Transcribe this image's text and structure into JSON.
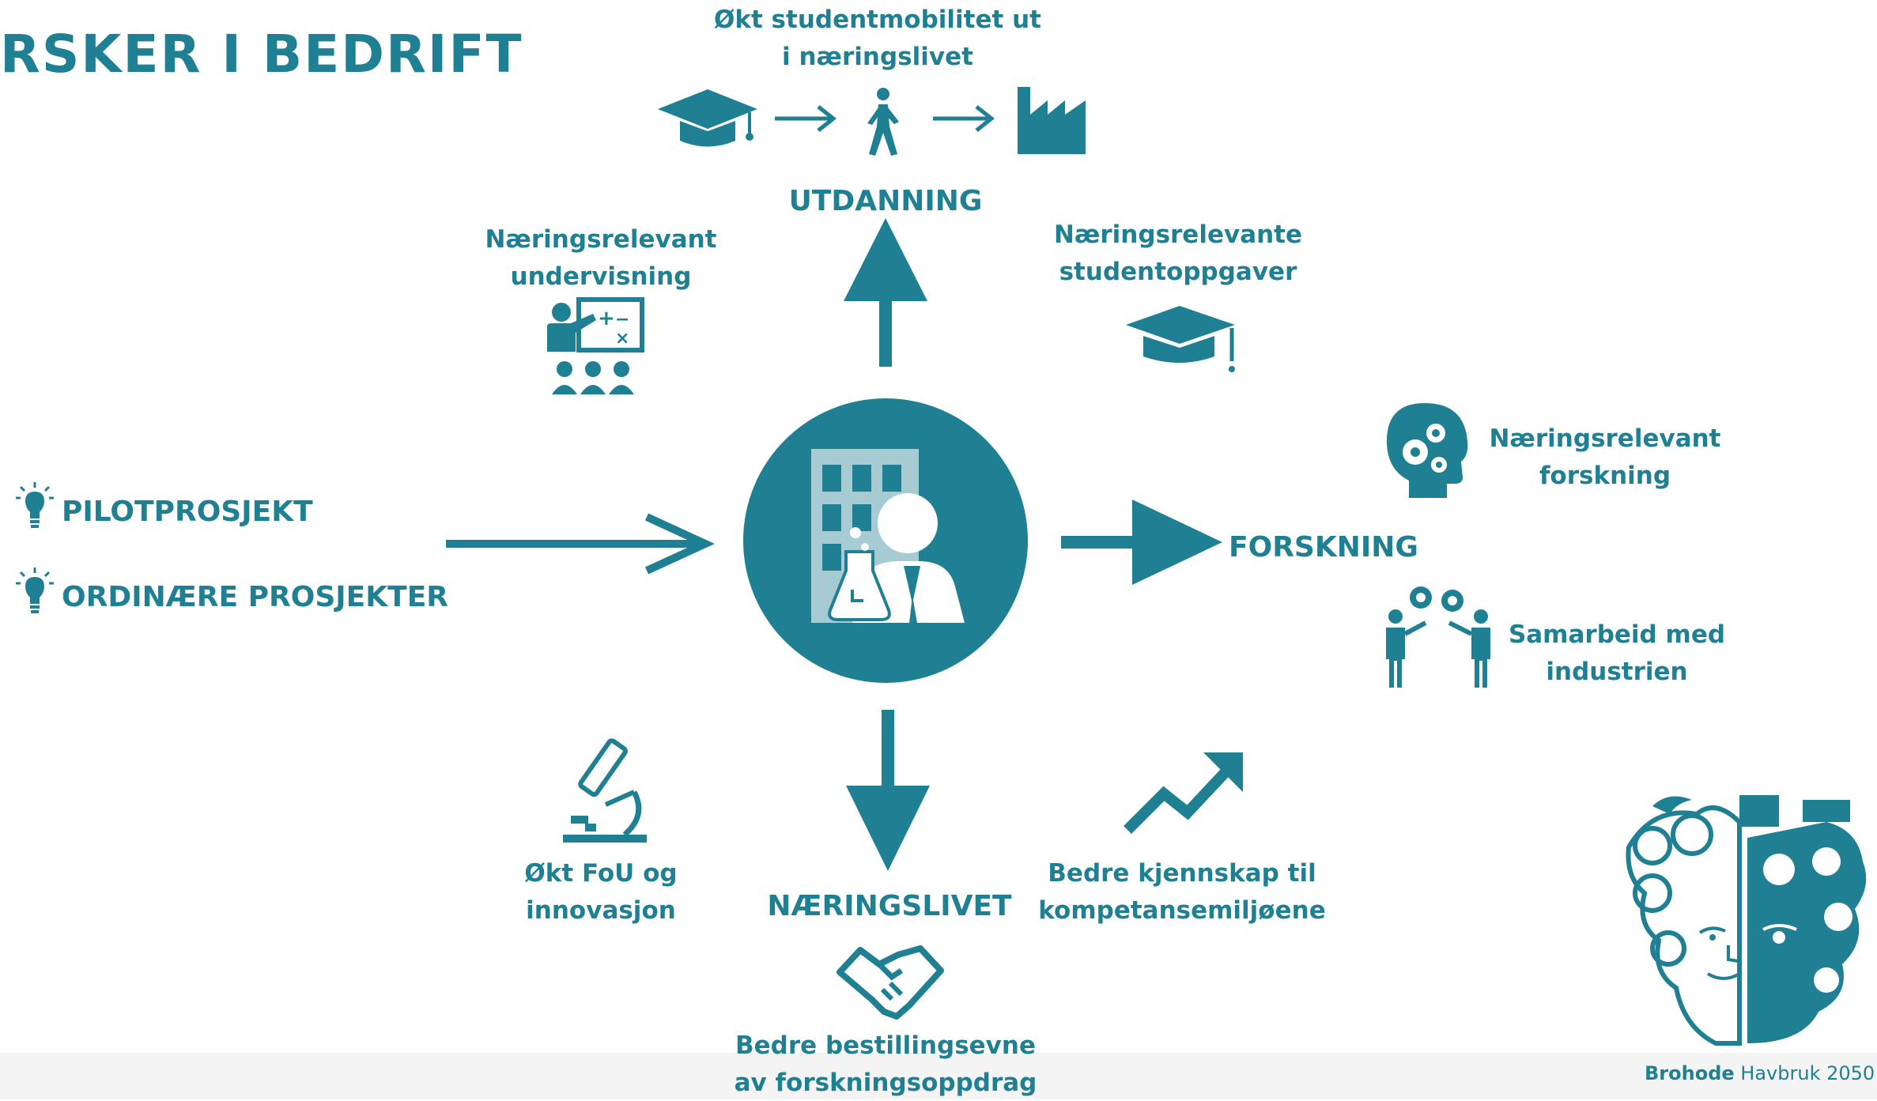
{
  "title": "RSKER I BEDRIFT",
  "top": {
    "mobility": [
      "Økt studentmobilitet ut",
      "i næringslivet"
    ],
    "heading": "UTDANNING"
  },
  "teaching": [
    "Næringsrelevant",
    "undervisning"
  ],
  "student_tasks": [
    "Næringsrelevante",
    "studentoppgaver"
  ],
  "left": {
    "item1": "PILOTPROSJEKT",
    "item2": "ORDINÆRE PROSJEKTER"
  },
  "right": {
    "heading": "FORSKNING",
    "research": [
      "Næringsrelevant",
      "forskning"
    ],
    "cooperation": [
      "Samarbeid med",
      "industrien"
    ]
  },
  "bottom": {
    "heading": "NÆRINGSLIVET",
    "rnd": [
      "Økt FoU og",
      "innovasjon"
    ],
    "knowledge": [
      "Bedre kjennskap til",
      "kompetansemiljøene"
    ],
    "ordering": [
      "Bedre bestillingsevne",
      "av forskningsoppdrag"
    ]
  },
  "brand": {
    "name": "Brohode",
    "suffix": "Havbruk 2050"
  },
  "icons": [
    "graduation-cap-icon",
    "walking-person-icon",
    "factory-icon",
    "teacher-board-icon",
    "graduation-cap-exclamation-icon",
    "lightbulb-icon",
    "scientist-building-icon",
    "head-gears-icon",
    "people-gears-icon",
    "microscope-icon",
    "rising-chart-arrow-icon",
    "handshake-icon",
    "brohode-logo"
  ],
  "colors": {
    "primary": "#1f7f93",
    "light": "#a6cbd2",
    "footer": "#f4f4f4"
  }
}
